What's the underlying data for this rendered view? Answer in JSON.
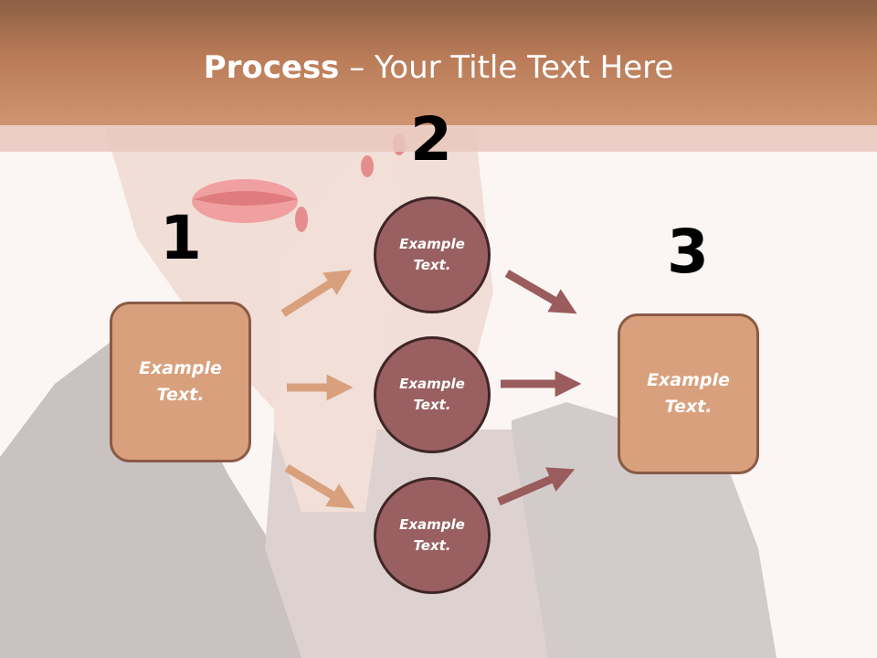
{
  "title": {
    "bold": "Process",
    "rest": " – Your Title Text Here"
  },
  "steps": {
    "one": {
      "number": "1",
      "box_text": "Example\nText."
    },
    "two": {
      "number": "2",
      "circles": [
        "Example\nText.",
        "Example\nText.",
        "Example\nText."
      ]
    },
    "three": {
      "number": "3",
      "box_text": "Example\nText."
    }
  },
  "colors": {
    "header": "#c98a64",
    "box": "#d8a07c",
    "circle": "#9a6061",
    "arrow_left": "#d8a07c",
    "arrow_right": "#9a5c5c"
  }
}
